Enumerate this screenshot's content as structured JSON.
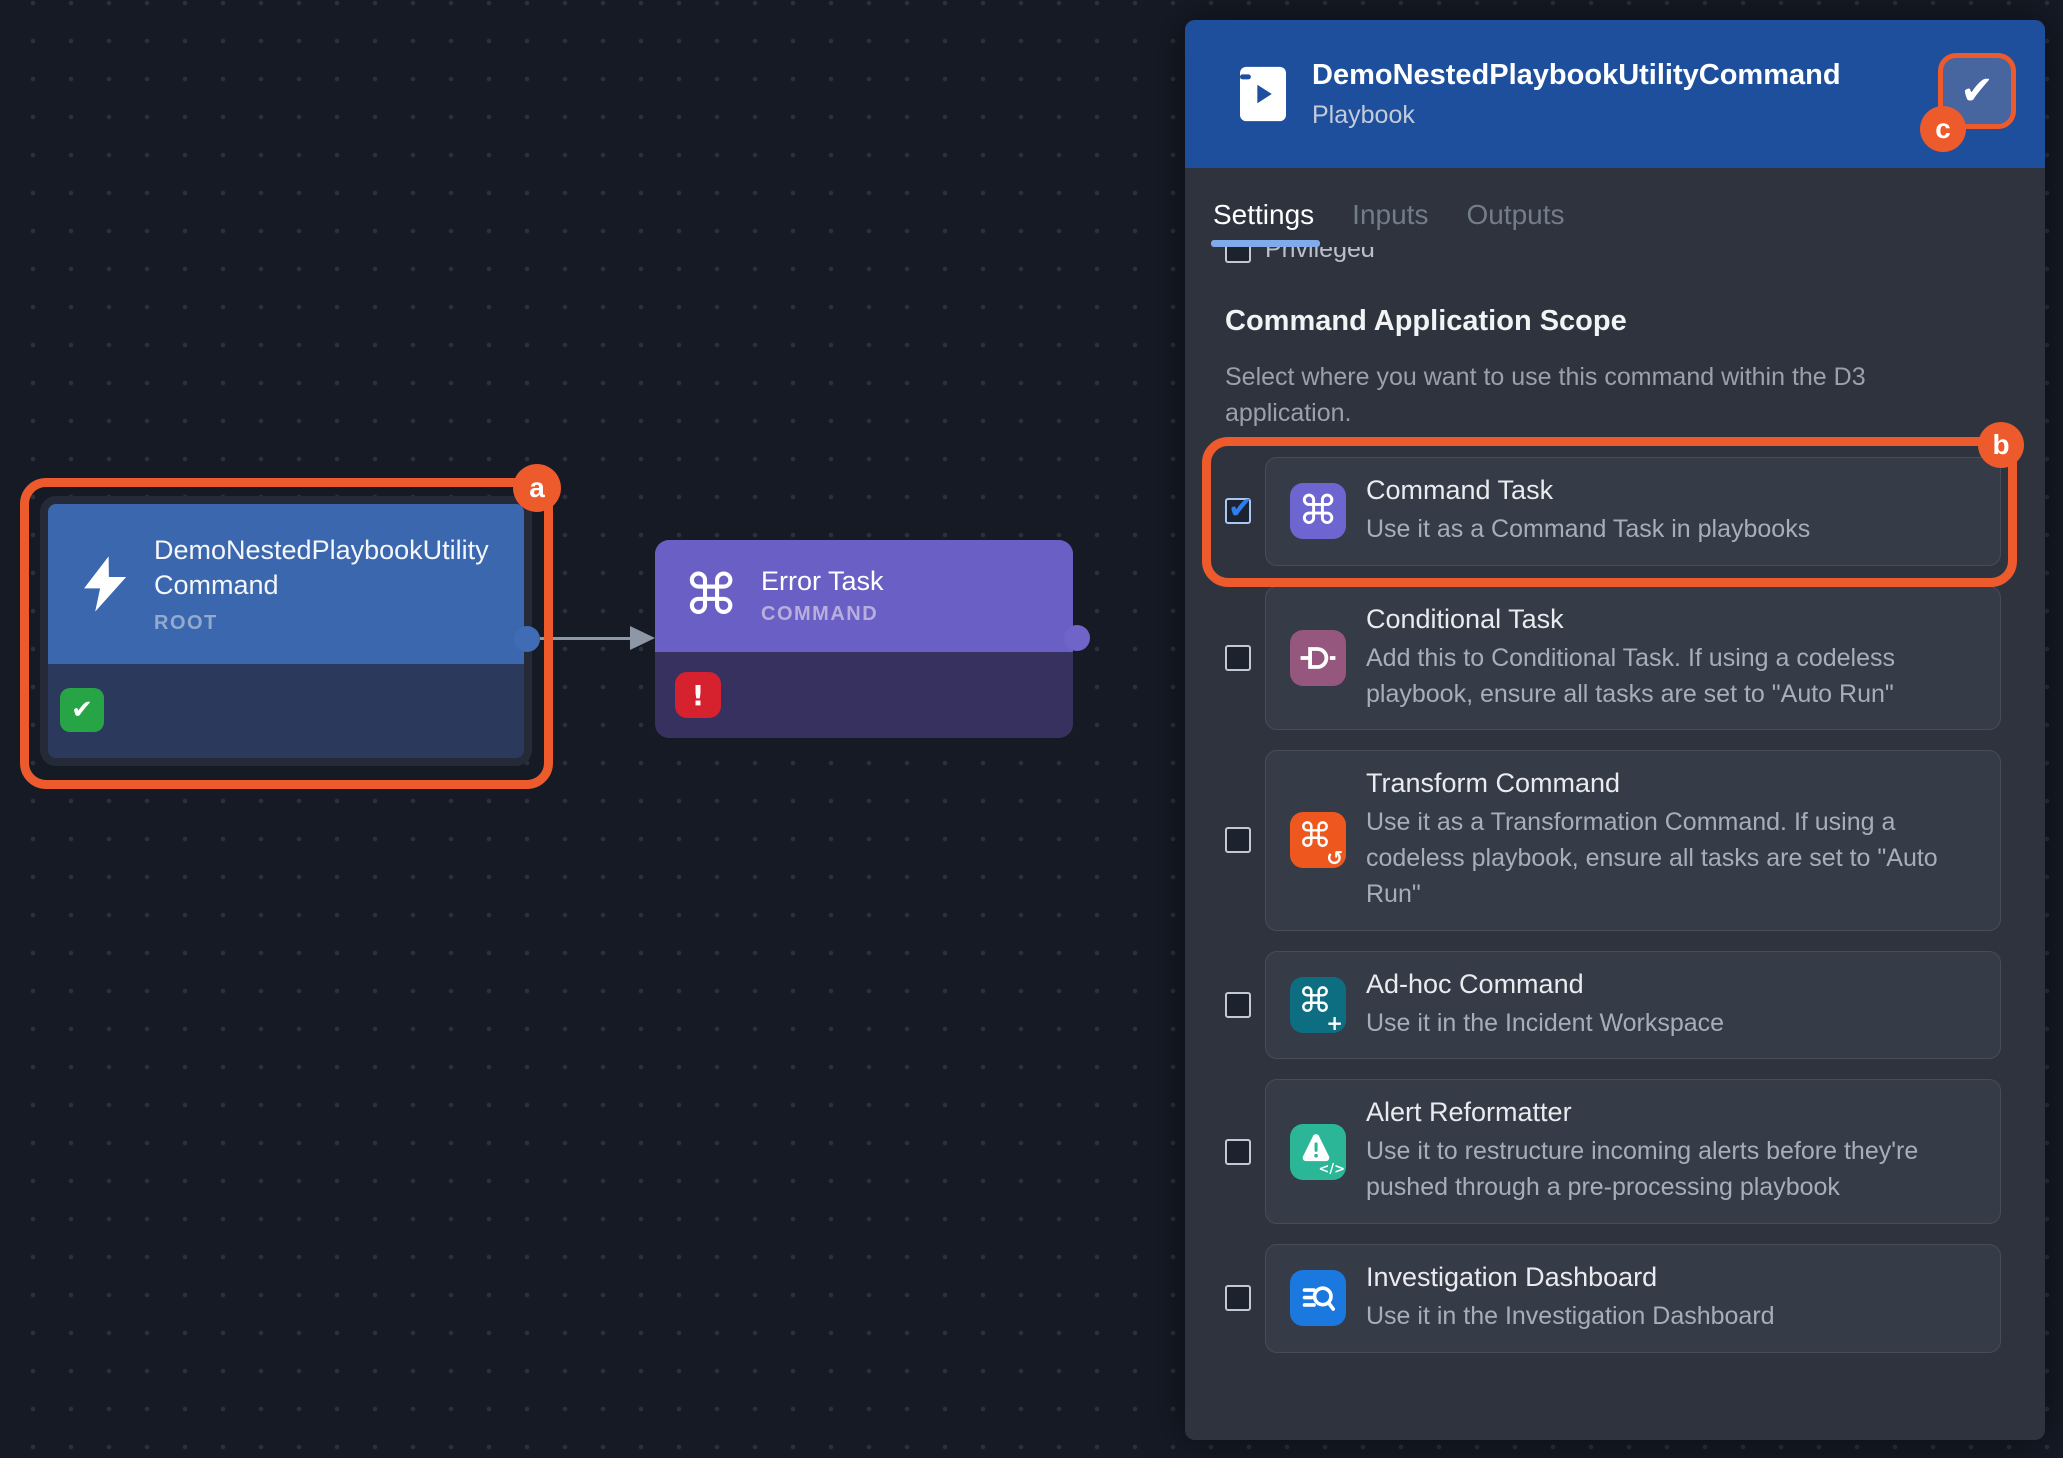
{
  "glyphs": {
    "command": "⌘",
    "check": "✔",
    "exclamation": "!",
    "transform_sub": "↺",
    "adhoc_sub": "+",
    "alert_sub": "</>"
  },
  "annotations": {
    "a": "a",
    "b": "b",
    "c": "c",
    "color": "#ed5a2b"
  },
  "canvas": {
    "root_node": {
      "title": "DemoNestedPlaybookUtilityCommand",
      "type_label": "ROOT",
      "status": "success"
    },
    "error_node": {
      "title": "Error Task",
      "type_label": "COMMAND",
      "status": "error"
    }
  },
  "colors": {
    "accent_orange": "#ed5a2b",
    "header_blue": "#1e4f9d",
    "root_header": "#3a67ae",
    "root_body": "#2b3a5c",
    "error_header": "#6a5fc4",
    "error_body": "#373160",
    "success_green": "#27a445",
    "error_red": "#d6212e",
    "tab_underline": "#7fabea",
    "checked_blue": "#2d7ff0"
  },
  "panel": {
    "header": {
      "title": "DemoNestedPlaybookUtilityCommand",
      "subtitle": "Playbook"
    },
    "tabs": [
      {
        "label": "Settings"
      },
      {
        "label": "Inputs"
      },
      {
        "label": "Outputs"
      }
    ],
    "active_tab": "Settings",
    "clipped_option": {
      "label": "Privileged",
      "checked": false
    },
    "scope_section": {
      "heading": "Command Application Scope",
      "description": "Select where you want to use this command within the D3 application."
    },
    "options": [
      {
        "label": "Command Task",
        "description": "Use it as a Command Task in playbooks",
        "checked": true,
        "icon": "command-icon",
        "icon_color": "#6e66d0"
      },
      {
        "label": "Conditional Task",
        "description": "Add this to Conditional Task. If using a codeless playbook, ensure all tasks are set to \"Auto Run\"",
        "checked": false,
        "icon": "logic-gate-icon",
        "icon_color": "#96577f"
      },
      {
        "label": "Transform Command",
        "description": "Use it as a Transformation Command. If using a codeless playbook, ensure all tasks are set to \"Auto Run\"",
        "checked": false,
        "icon": "command-transform-icon",
        "icon_color": "#ee581f"
      },
      {
        "label": "Ad-hoc Command",
        "description": "Use it in the Incident Workspace",
        "checked": false,
        "icon": "command-plus-icon",
        "icon_color": "#0e6e81"
      },
      {
        "label": "Alert Reformatter",
        "description": "Use it to restructure incoming alerts before they're pushed through a pre-processing playbook",
        "checked": false,
        "icon": "alert-code-icon",
        "icon_color": "#2bb797"
      },
      {
        "label": "Investigation Dashboard",
        "description": "Use it in the Investigation Dashboard",
        "checked": false,
        "icon": "search-list-icon",
        "icon_color": "#1a78df"
      }
    ]
  }
}
